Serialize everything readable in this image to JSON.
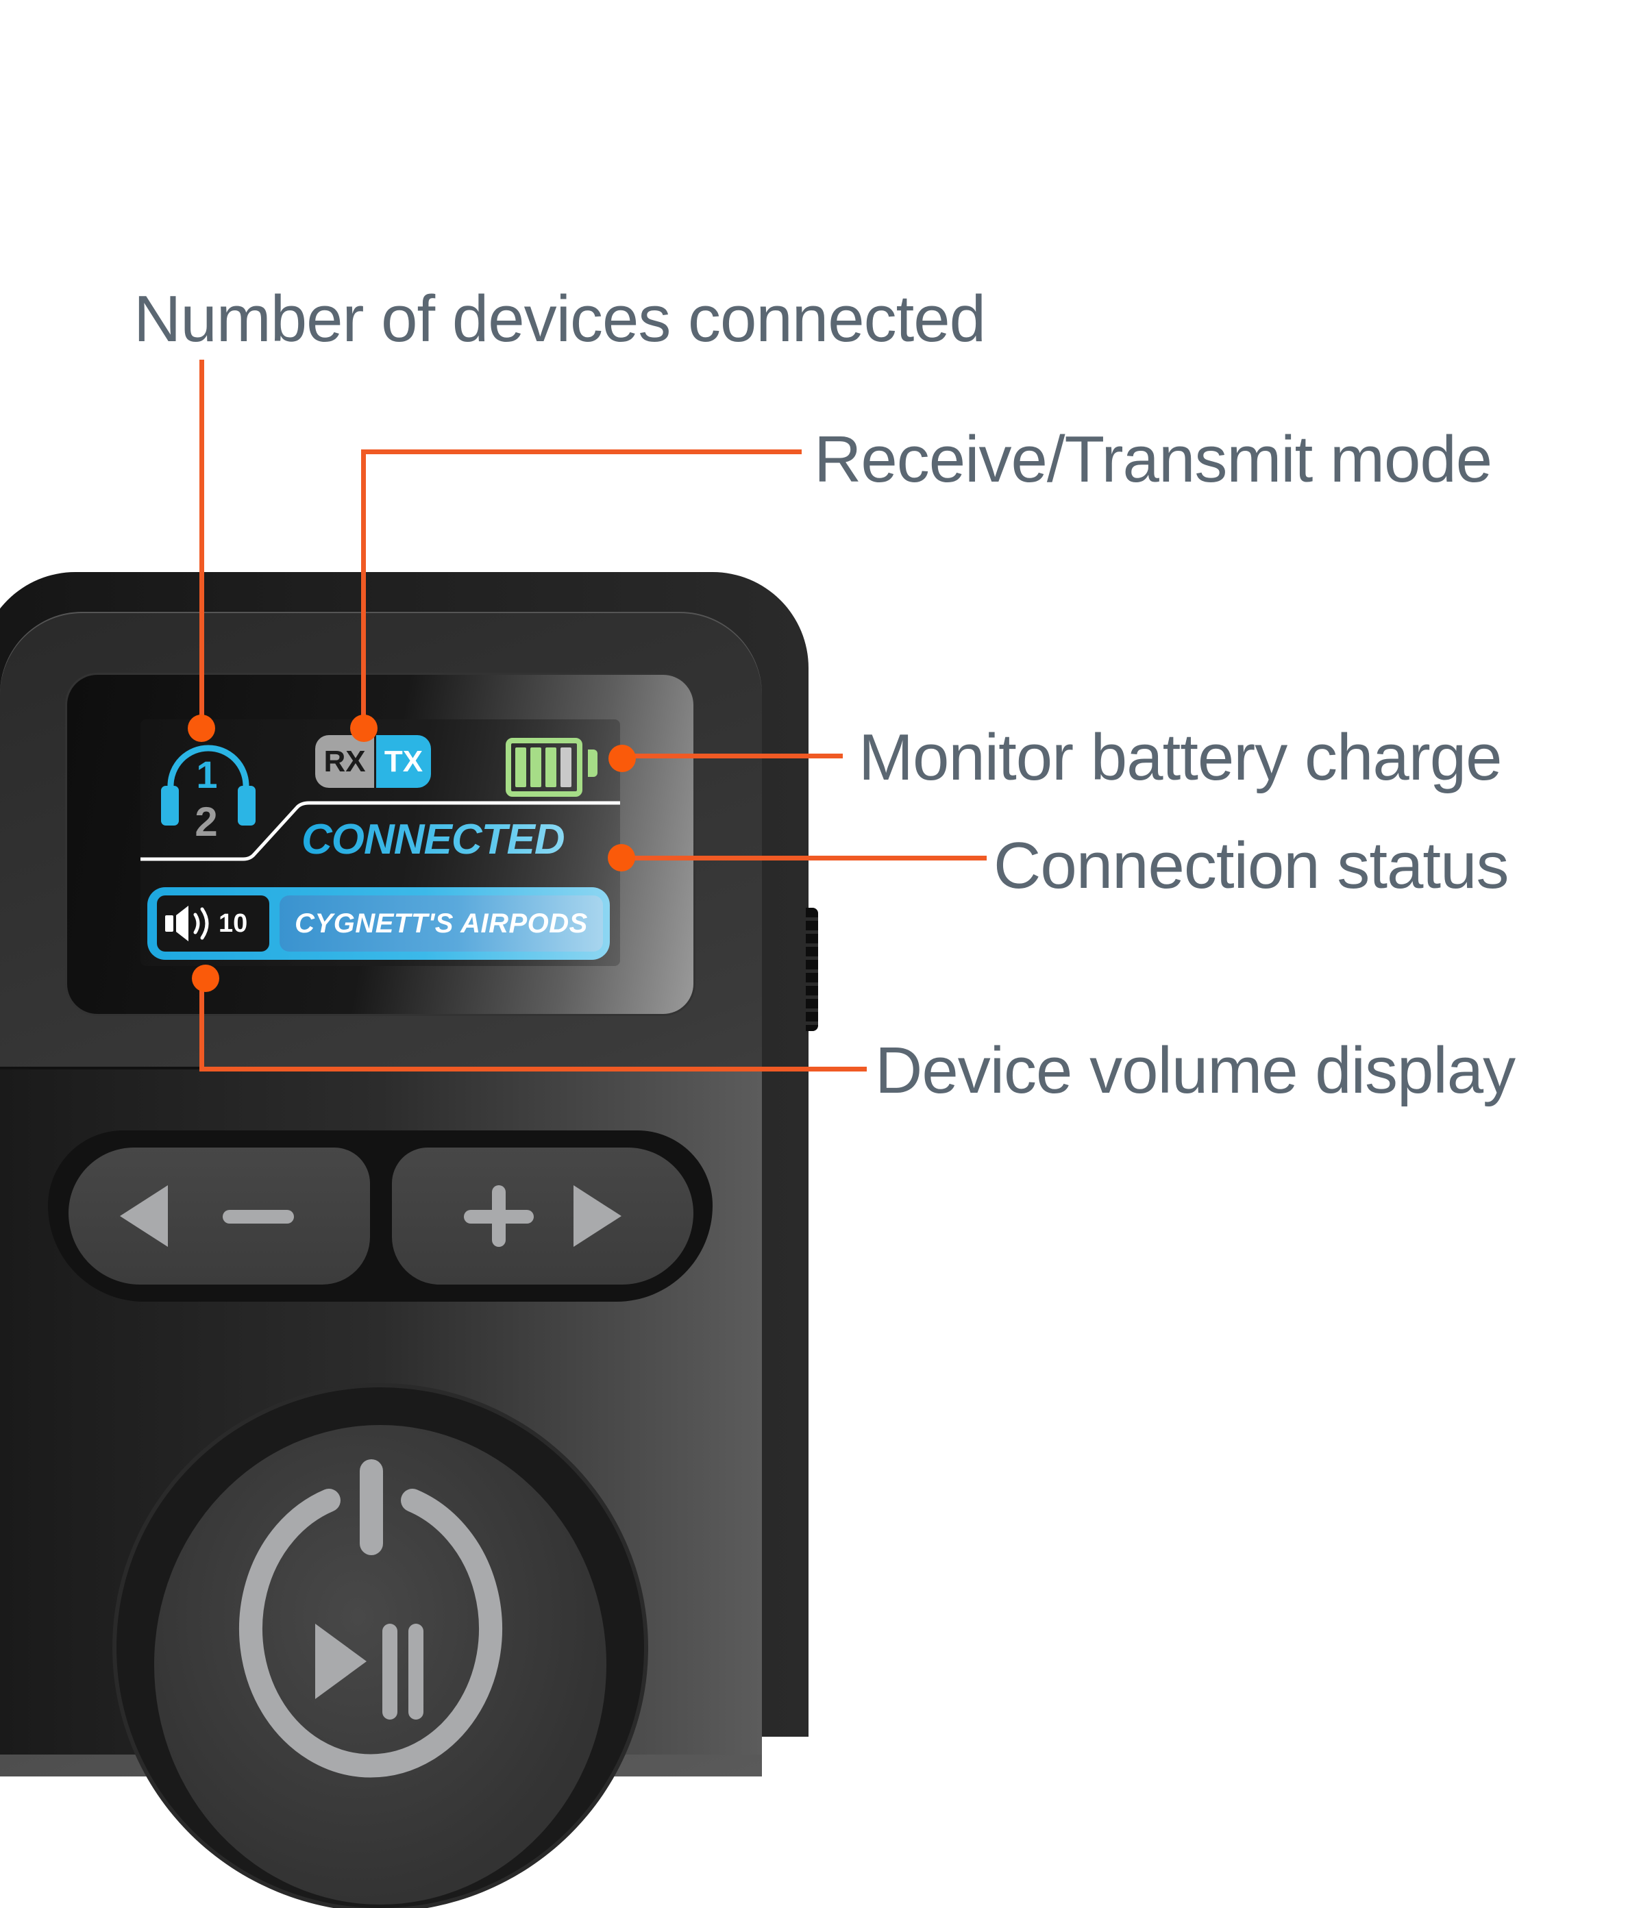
{
  "callouts": {
    "devices_connected": "Number of devices connected",
    "rx_tx_mode": "Receive/Transmit mode",
    "battery_charge": "Monitor battery charge",
    "connection_status": "Connection status",
    "volume_display": "Device volume display"
  },
  "screen": {
    "headphone_icon": "headphones-icon",
    "device_slot_1": "1",
    "device_slot_2": "2",
    "rx_label": "RX",
    "tx_label": "TX",
    "active_mode": "TX",
    "battery_icon": "battery-icon",
    "battery_level_bars": 3,
    "battery_total_bars": 4,
    "status_text": "CONNECTED",
    "volume_icon": "speaker-icon",
    "volume_level": "10",
    "device_name": "CYGNETT'S AIRPODS"
  },
  "buttons": {
    "prev_minus": "◀ −",
    "plus_next": "+ ▶",
    "power_play_pause": "power-play-pause-icon"
  },
  "colors": {
    "accent_blue": "#2bb5e5",
    "battery_green": "#a6dd87",
    "callout_orange": "#f05a24",
    "label_gray": "#5b6772",
    "device_body": "#2a2a2a"
  }
}
